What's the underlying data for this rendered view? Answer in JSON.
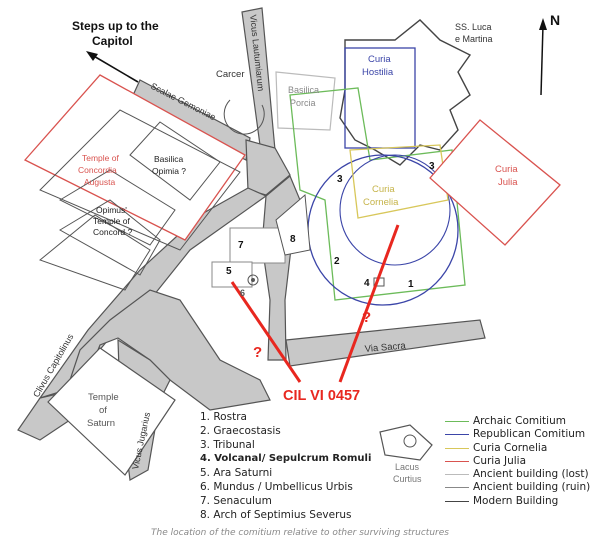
{
  "north_label": "N",
  "steps_label": [
    "Steps up to the",
    "Capitol"
  ],
  "streets": {
    "vicus_lautumiarum": "Vicus Lautumiarum",
    "scalae_gemoniae": "Scalae Gemoniae",
    "clivus_capitolinus": "Clivus Capitolinus",
    "vicus_jugarius": "Vicus Jugarius",
    "via_sacra": "Via Sacra"
  },
  "buildings": {
    "carcer": "Carcer",
    "basilica_porcia": [
      "Basilica",
      "Porcia"
    ],
    "ss_luca": [
      "SS. Luca",
      "e Martina"
    ],
    "curia_hostilia": [
      "Curia",
      "Hostilia"
    ],
    "curia_cornelia": [
      "Curia",
      "Cornelia"
    ],
    "curia_julia": [
      "Curia",
      "Julia"
    ],
    "temple_concordia": [
      "Temple of",
      "Concordia",
      "Augusta"
    ],
    "basilica_opimia": [
      "Basilica",
      "Opimia ?"
    ],
    "opimius_temple": [
      "Opimus'",
      "Temple of",
      "Concord ?"
    ],
    "temple_saturn": [
      "Temple",
      "of",
      "Saturn"
    ],
    "lacus_curtius": [
      "Lacus",
      "Curtius"
    ]
  },
  "numbers": [
    "1",
    "2",
    "3",
    "3",
    "4",
    "5",
    "6",
    "7",
    "8"
  ],
  "question_marks": [
    "?",
    "?"
  ],
  "cil_label": "CIL VI 0457",
  "legend_numbered": [
    "1. Rostra",
    "2. Graecostasis",
    "3. Tribunal",
    "4. Volcanal/ Sepulcrum Romuli",
    "5. Ara Saturni",
    "6. Mundus / Umbellicus Urbis",
    "7. Senaculum",
    "8. Arch of Septimius Severus"
  ],
  "legend_lines": [
    {
      "label": "Archaic Comitium",
      "color": "#6cbb5a"
    },
    {
      "label": "Republican Comitium",
      "color": "#3b45a8"
    },
    {
      "label": "Curia Cornelia",
      "color": "#d8c75a"
    },
    {
      "label": "Curia Julia",
      "color": "#d9534f"
    },
    {
      "label": "Ancient building (lost)",
      "color": "#bbbbbb"
    },
    {
      "label": "Ancient building (ruin)",
      "color": "#888888"
    },
    {
      "label": "Modern Building",
      "color": "#444444"
    }
  ],
  "caption": "The location of the comitium relative to other surviving structures",
  "colors": {
    "road_fill": "#c8c8c8",
    "road_edge": "#555555",
    "archaic": "#6cbb5a",
    "republican": "#3b45a8",
    "cornelia": "#d8c75a",
    "julia": "#d9534f",
    "annotation": "#e8271f"
  }
}
